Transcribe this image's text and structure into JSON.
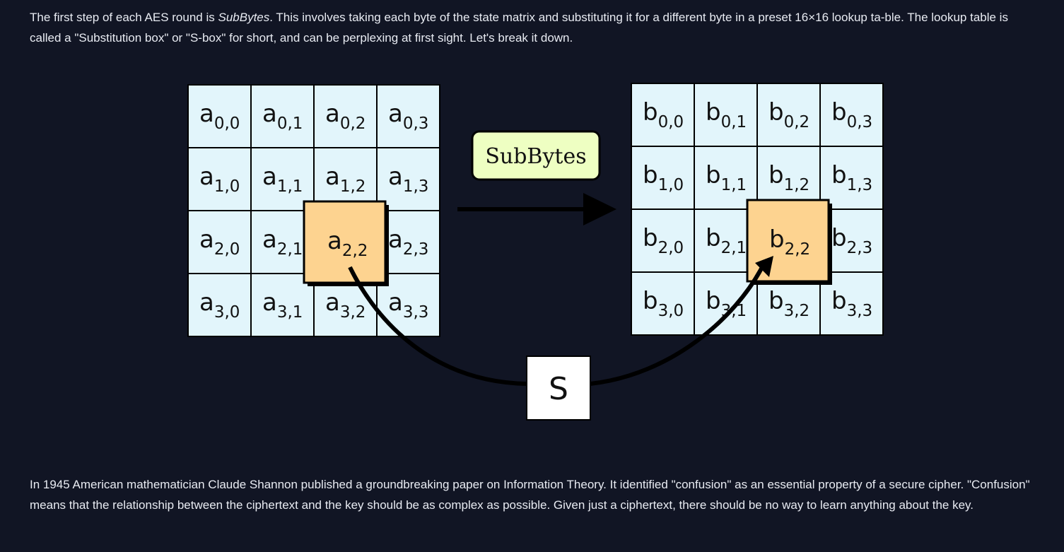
{
  "intro": {
    "before_em": "The first step of each AES round is ",
    "emphasis": "SubBytes",
    "after_em": ". This involves taking each byte of the state matrix and substituting it for a different byte in a preset 16×16 lookup ta-ble. The lookup table is called a \"Substitution box\" or \"S-box\" for short, and can be perplexing at first sight. Let's break it down."
  },
  "diagram": {
    "input_letter": "a",
    "output_letter": "b",
    "subscripts": [
      [
        "0,0",
        "0,1",
        "0,2",
        "0,3"
      ],
      [
        "1,0",
        "1,1",
        "1,2",
        "1,3"
      ],
      [
        "2,0",
        "2,1",
        "2,2",
        "2,3"
      ],
      [
        "3,0",
        "3,1",
        "3,2",
        "3,3"
      ]
    ],
    "step_label": "SubBytes",
    "sbox_label": "S",
    "colors": {
      "cell_fill": "#e2f5fb",
      "highlight_fill": "#fdd390",
      "label_fill": "#eeffc2",
      "sbox_fill": "#ffffff"
    }
  },
  "shannon": {
    "text": "In 1945 American mathematician Claude Shannon published a groundbreaking paper on Information Theory. It identified \"confusion\" as an essential property of a secure cipher. \"Confusion\" means that the relationship between the ciphertext and the key should be as complex as possible. Given just a ciphertext, there should be no way to learn anything about the key."
  }
}
